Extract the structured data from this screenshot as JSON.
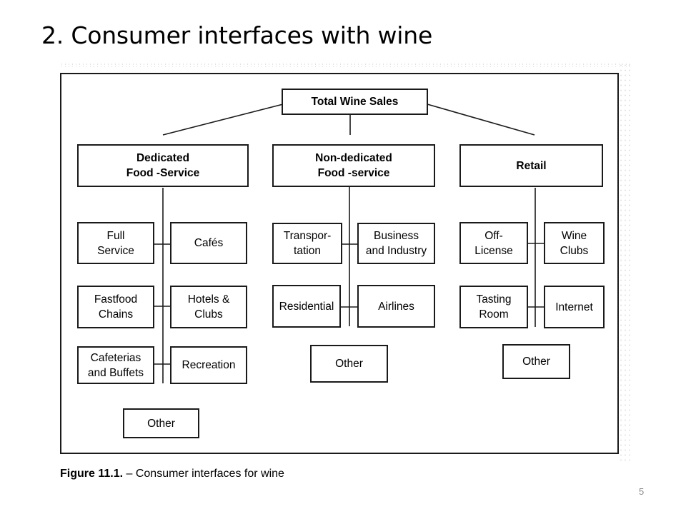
{
  "slide": {
    "title": "2. Consumer interfaces with wine",
    "page_number": "5"
  },
  "figure": {
    "caption_label": "Figure 11.1.",
    "caption_text": " – Consumer interfaces for wine",
    "root": {
      "label": "Total Wine Sales"
    },
    "columns": [
      {
        "header": "Dedicated\nFood -Service",
        "items": [
          "Full\nService",
          "Cafés",
          "Fastfood\nChains",
          "Hotels &\nClubs",
          "Cafeterias\nand Buffets",
          "Recreation"
        ],
        "other": "Other"
      },
      {
        "header": "Non-dedicated\nFood -service",
        "items": [
          "Transpor-\ntation",
          "Business\nand Industry",
          "Residential",
          "Airlines"
        ],
        "other": "Other"
      },
      {
        "header": "Retail",
        "items": [
          "Off-\nLicense",
          "Wine\nClubs",
          "Tasting\nRoom",
          "Internet"
        ],
        "other": "Other"
      }
    ]
  }
}
